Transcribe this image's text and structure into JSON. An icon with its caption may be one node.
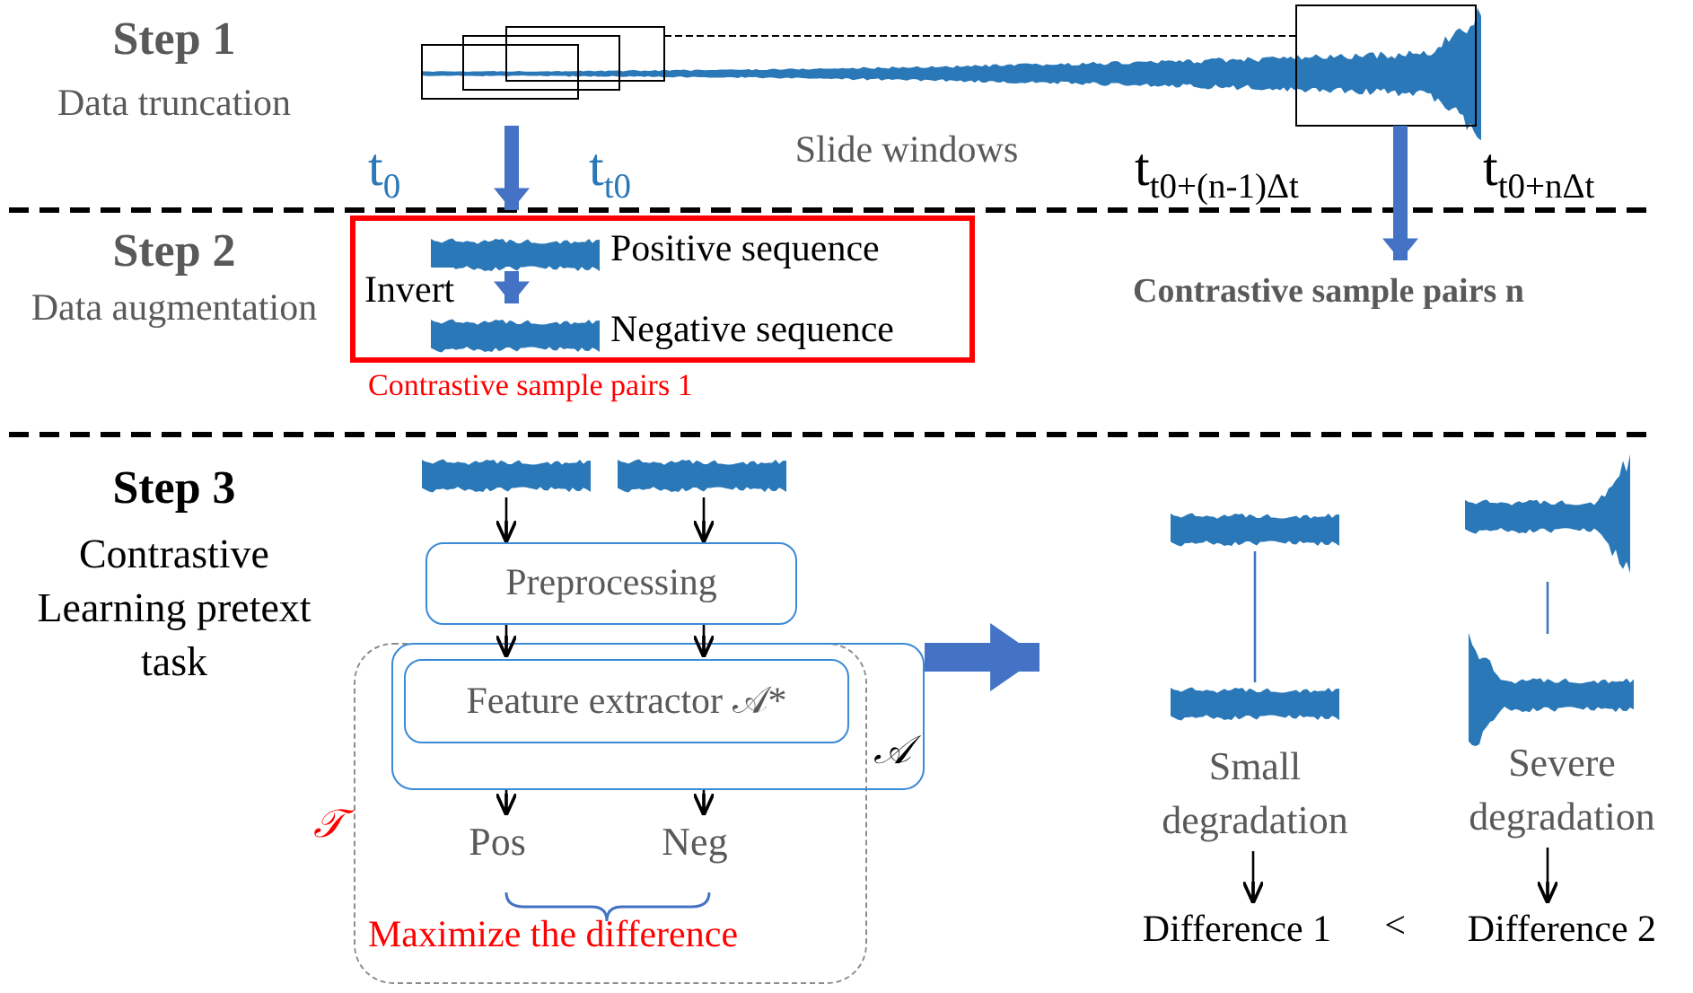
{
  "diagram": {
    "nodes": [
      {
        "text": [],
        "shape": "picture"
      },
      {
        "text": [],
        "shape": "box",
        "beside": [
          "Contrastive sample pairs 1"
        ]
      },
      {
        "text": [],
        "shape": "picture",
        "in": 1,
        "beside": [
          "Positive sequence"
        ]
      },
      {
        "text": [],
        "shape": "picture",
        "in": 1,
        "beside": [
          "Negative sequence"
        ]
      },
      {
        "text": [
          "Contrastive sample pairs n"
        ]
      },
      {
        "text": [],
        "shape": "picture"
      },
      {
        "text": [],
        "shape": "picture"
      },
      {
        "text": [
          "Preprocessing"
        ]
      },
      {
        "text": [
          "𝒯"
        ]
      },
      {
        "text": [
          "𝒜"
        ]
      },
      {
        "text": [
          "Feature extractor 𝒜*"
        ],
        "in": 9
      },
      {
        "text": [
          "Pos"
        ],
        "in": 8
      },
      {
        "text": [
          "Neg"
        ],
        "in": 8
      },
      {
        "text": [],
        "shape": "picture"
      },
      {
        "text": [],
        "shape": "picture"
      },
      {
        "text": [],
        "shape": "picture"
      },
      {
        "text": [],
        "shape": "picture"
      },
      {
        "text": [
          "Small degradation"
        ]
      },
      {
        "text": [
          "Severe degradation"
        ]
      },
      {
        "text": [
          "Difference 1"
        ]
      },
      {
        "text": [
          "Difference 2"
        ]
      }
    ],
    "edges": [
      {
        "from": 0,
        "to": 1,
        "arrow": "to",
        "style": "thick",
        "color": "#4472c4"
      },
      {
        "from": 0,
        "to": 4,
        "arrow": "to",
        "style": "thick",
        "color": "#4472c4"
      },
      {
        "from": 2,
        "to": 3,
        "arrow": "to",
        "label": "Invert",
        "style": "thick",
        "color": "#4472c4"
      },
      {
        "from": 5,
        "to": 7,
        "arrow": "to"
      },
      {
        "from": 6,
        "to": 7,
        "arrow": "to"
      },
      {
        "from": 7,
        "to": 10,
        "arrow": "to"
      },
      {
        "from": 7,
        "to": 10,
        "arrow": "to"
      },
      {
        "from": 9,
        "to": 11,
        "arrow": "to"
      },
      {
        "from": 9,
        "to": 12,
        "arrow": "to"
      },
      {
        "from": 9,
        "to": null,
        "arrow": "to",
        "style": "thick",
        "color": "#4472c4"
      },
      {
        "from": 13,
        "to": 14,
        "arrow": "none",
        "color": "#4472c4"
      },
      {
        "from": 15,
        "to": 16,
        "arrow": "none",
        "color": "#4472c4"
      },
      {
        "from": 17,
        "to": 19,
        "arrow": "to"
      },
      {
        "from": 18,
        "to": 20,
        "arrow": "to"
      }
    ],
    "labels": [
      "Step 1",
      "Data truncation",
      "Slide windows",
      "t$_{0}$",
      "t$_{t0}$",
      "t$_{t0+(n-1)Δt}$",
      "t$_{t0+nΔt}$",
      "Step 2",
      "Data augmentation",
      "Step 3",
      "Contrastive Learning pretext task",
      "Maximize the difference",
      "<"
    ]
  }
}
